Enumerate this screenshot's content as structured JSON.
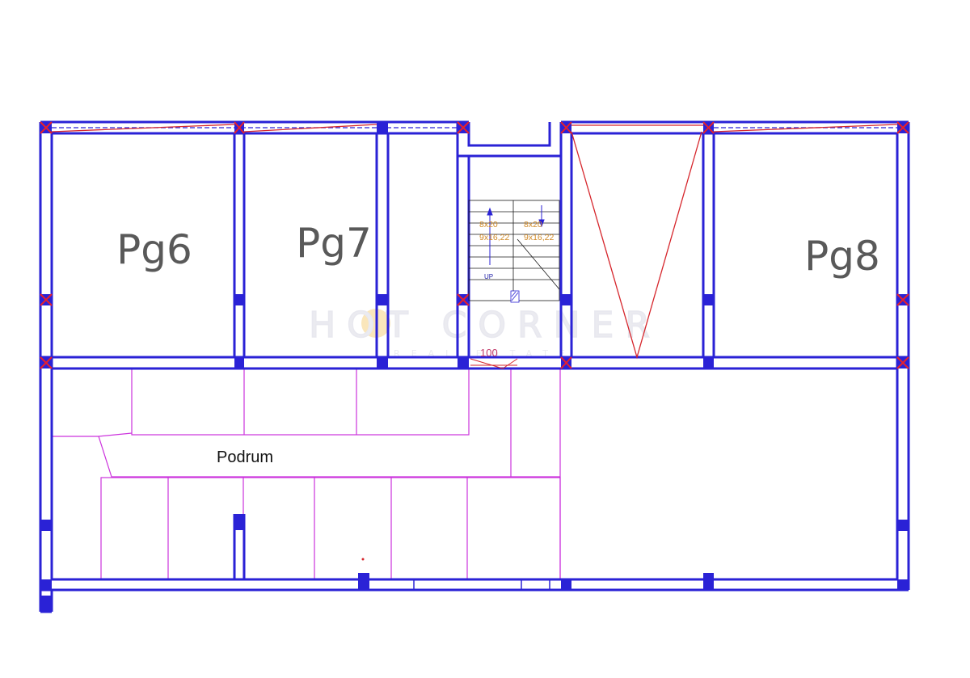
{
  "plan": {
    "rooms": [
      {
        "id": "pg6",
        "label": "Pg6"
      },
      {
        "id": "pg7",
        "label": "Pg7"
      },
      {
        "id": "pg8",
        "label": "Pg8"
      },
      {
        "id": "podrum",
        "label": "Podrum"
      }
    ],
    "stairs": {
      "left_line1": "8x20",
      "left_line2": "9x16,22",
      "right_line1": "8x20",
      "right_line2": "9x16,22",
      "up_label": "UP"
    },
    "door_width": "100"
  },
  "watermark": {
    "brand": "HOT CORNER",
    "tagline": "REAL ESTATE"
  },
  "colors": {
    "wall": "#2a22d6",
    "partition": "#cc33dd",
    "cross": "#e8202a",
    "line_red": "#d6262c",
    "text_gray": "#595959"
  }
}
